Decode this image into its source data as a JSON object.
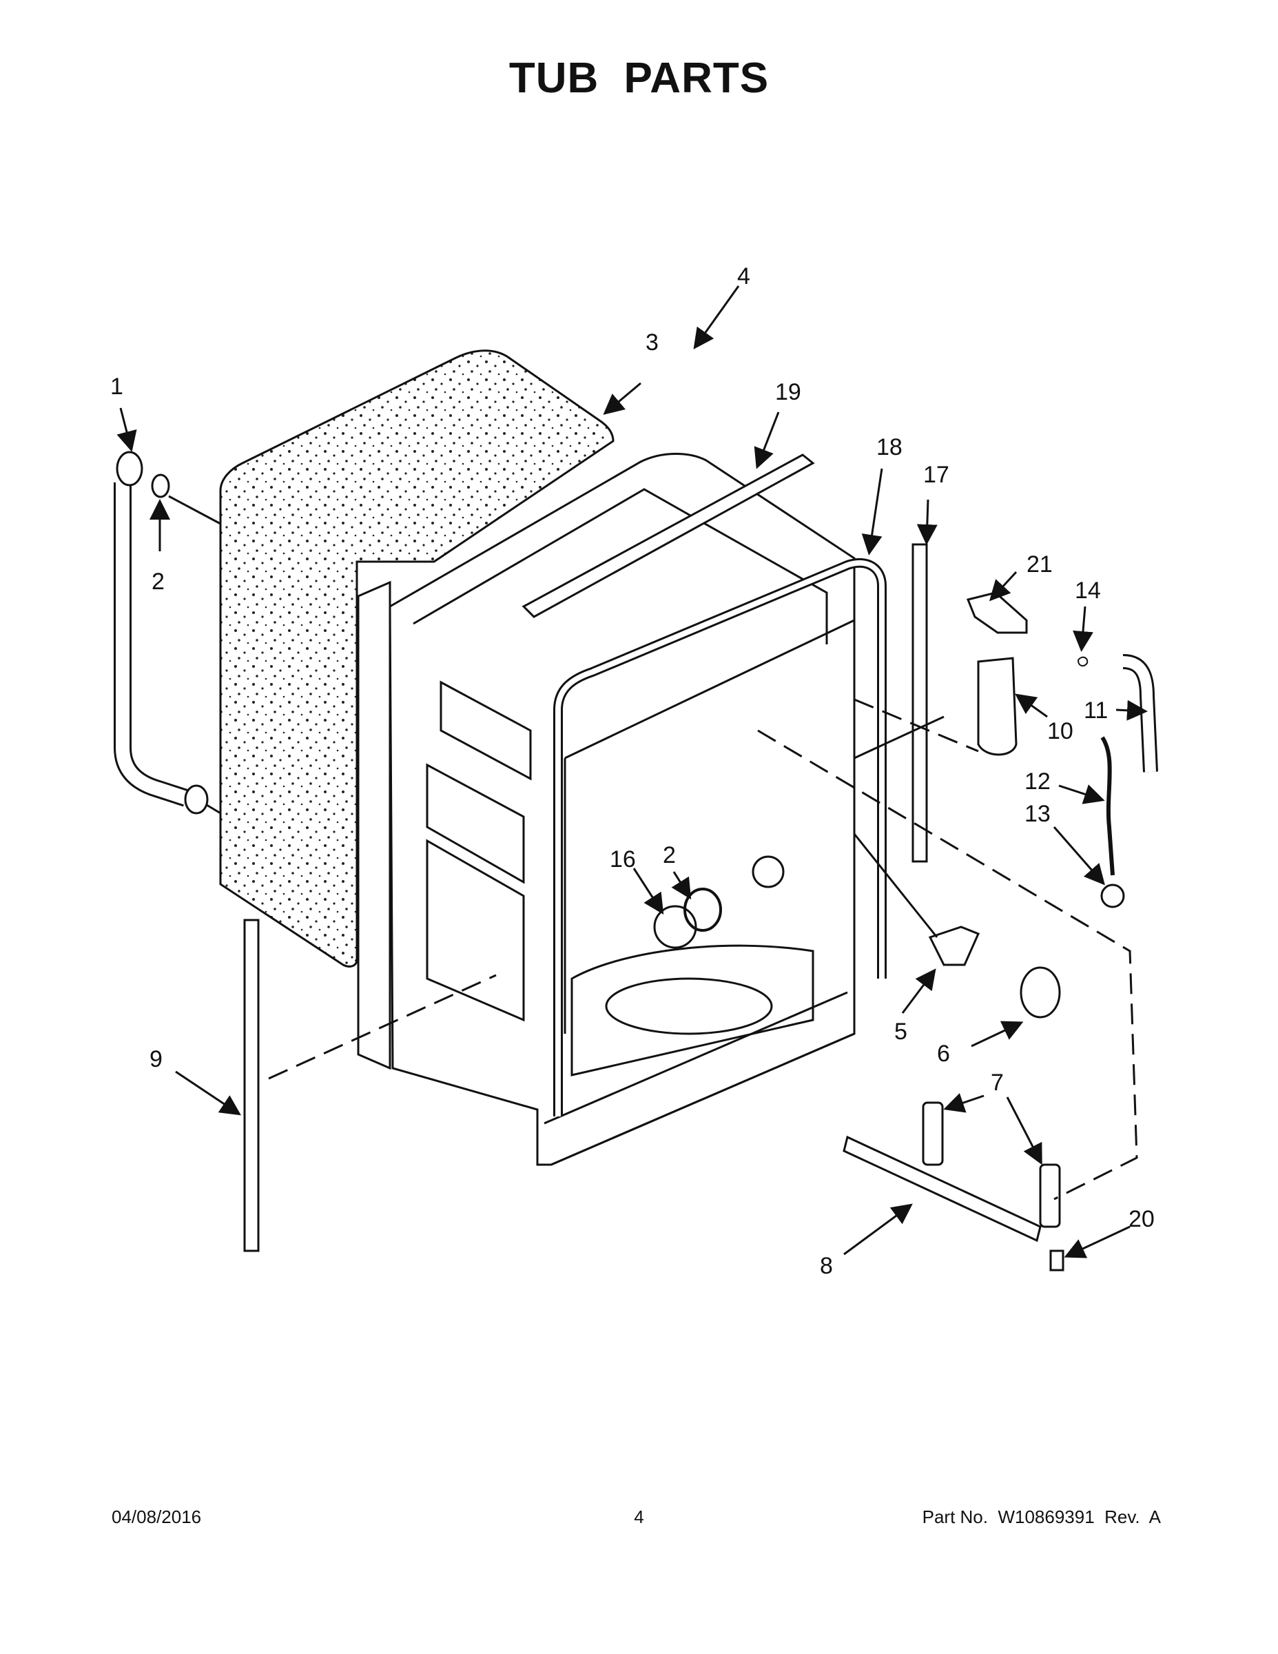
{
  "page": {
    "title": "TUB PARTS"
  },
  "callouts": [
    "1",
    "2",
    "3",
    "4",
    "19",
    "18",
    "17",
    "21",
    "14",
    "11",
    "10",
    "12",
    "13",
    "16",
    "2",
    "5",
    "6",
    "7",
    "9",
    "8",
    "20"
  ],
  "footer": {
    "date": "04/08/2016",
    "page_number": "4",
    "part_number": "Part No.  W10869391  Rev.  A"
  }
}
